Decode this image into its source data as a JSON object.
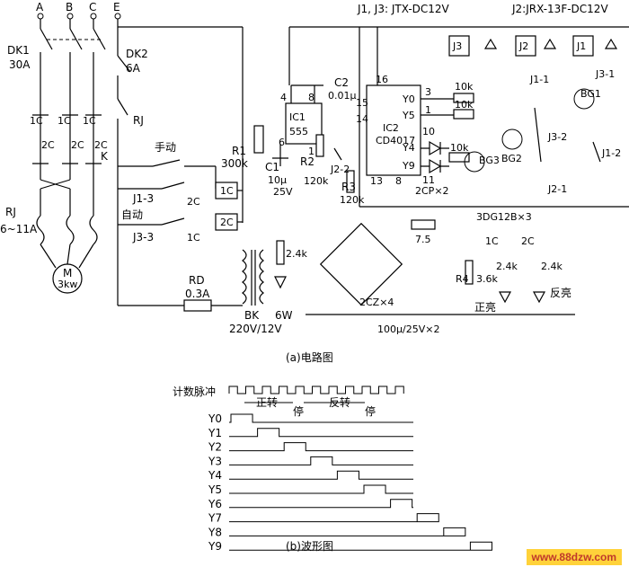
{
  "terminals": {
    "a": "A",
    "b": "B",
    "c": "C",
    "e": "E"
  },
  "relay_types": {
    "j1_j3": "J1, J3: JTX-DC12V",
    "j2": "J2:JRX-13F-DC12V"
  },
  "power": {
    "dk1": "DK1",
    "dk1_rating": "30A",
    "dk2": "DK2",
    "dk2_rating": "6A",
    "rj": "RJ",
    "rj_range": "6~11A",
    "rj_switch": "RJ",
    "motor": "M",
    "motor_power": "3kw",
    "contact_1c": "1C",
    "contact_2c": "2C"
  },
  "control": {
    "k": "K",
    "manual": "手动",
    "auto": "自动",
    "j1_3": "J1-3",
    "j3_3": "J3-3",
    "r1": "R1",
    "r1_value": "300k",
    "coil_1c": "1C",
    "coil_2c": "2C",
    "il_2c": "2C",
    "il_1c": "1C",
    "rd": "RD",
    "rd_rating": "0.3A",
    "bk": "BK",
    "bk_power": "6W",
    "bk_voltage": "220V/12V"
  },
  "timer": {
    "ic1": "IC1",
    "ic1_type": "555",
    "pin4": "4",
    "pin8": "8",
    "pin6": "6",
    "pin1": "1",
    "c1": "C1",
    "c1_value": "10μ",
    "c1_voltage": "25V",
    "c2": "C2",
    "c2_value": "0.01μ",
    "r2": "R2",
    "r2_value": "120k",
    "r3": "R3",
    "r3_value": "120k",
    "j2_2": "J2-2"
  },
  "counter": {
    "ic2": "IC2",
    "ic2_type": "CD4017",
    "pin16": "16",
    "pin15": "15",
    "pin14": "14",
    "pin13": "13",
    "pin8": "8",
    "pin3": "3",
    "pin1": "1",
    "pin10": "10",
    "pin11": "11",
    "y0": "Y0",
    "y5": "Y5",
    "y4": "Y4",
    "y9": "Y9",
    "diodes": "2CP×2"
  },
  "drivers": {
    "r_10k_a": "10k",
    "r_10k_b": "10k",
    "r_10k_c": "10k",
    "bg1": "BG1",
    "bg2": "BG2",
    "bg3": "BG3",
    "j1_coil": "J1",
    "j2_coil": "J2",
    "j3_coil": "J3",
    "j1_1": "J1-1",
    "j3_1": "J3-1",
    "j3_2": "J3-2",
    "j1_2": "J1-2",
    "j2_1": "J2-1",
    "transistors": "3DG12B×3"
  },
  "psu": {
    "r_2_4k": "2.4k",
    "bridge": "2CZ×4",
    "r_7_5": "7.5",
    "caps": "100μ/25V×2",
    "r4": "R4",
    "r4_value": "3.6k",
    "ind_1c": "1C",
    "ind_2c": "2C",
    "r_2_4k_a": "2.4k",
    "r_2_4k_b": "2.4k",
    "fwd_led": "正亮",
    "rev_led": "反亮"
  },
  "caption_a": "(a)电路图",
  "waveform": {
    "clock_label": "计数脉冲",
    "fwd": "正转",
    "stop1": "停",
    "rev": "反转",
    "stop2": "停",
    "rows": [
      "Y0",
      "Y1",
      "Y2",
      "Y3",
      "Y4",
      "Y5",
      "Y6",
      "Y7",
      "Y8",
      "Y9"
    ]
  },
  "caption_b": "(b)波形图",
  "watermark": "www.88dzw.com"
}
